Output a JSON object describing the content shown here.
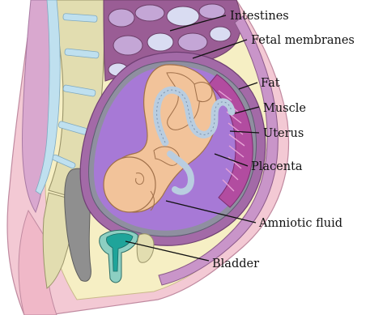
{
  "title": "",
  "labels": {
    "intestines": "Intestines",
    "fetal_membranes": "Fetal membranes",
    "fat": "Fat",
    "muscle": "Muscle",
    "uterus": "Uterus",
    "placenta": "Placenta",
    "amniotic_fluid": "Amniotic fluid",
    "bladder": "Bladder"
  },
  "colors": {
    "skin": "#f3c9d4",
    "fat": "#f6efc4",
    "muscle": "#c995c9",
    "uterus_wall": "#a36aa7",
    "placenta": "#b24ca0",
    "amniotic_fluid": "#a779d6",
    "fetus": "#f2c39a",
    "cord": "#b9cde0",
    "spine_bone": "#e2ddb0",
    "spine_disc": "#bfe0ef",
    "bladder": "#1fa49a",
    "intestines": "#9a5d95",
    "rectum": "#8f8f8f"
  }
}
